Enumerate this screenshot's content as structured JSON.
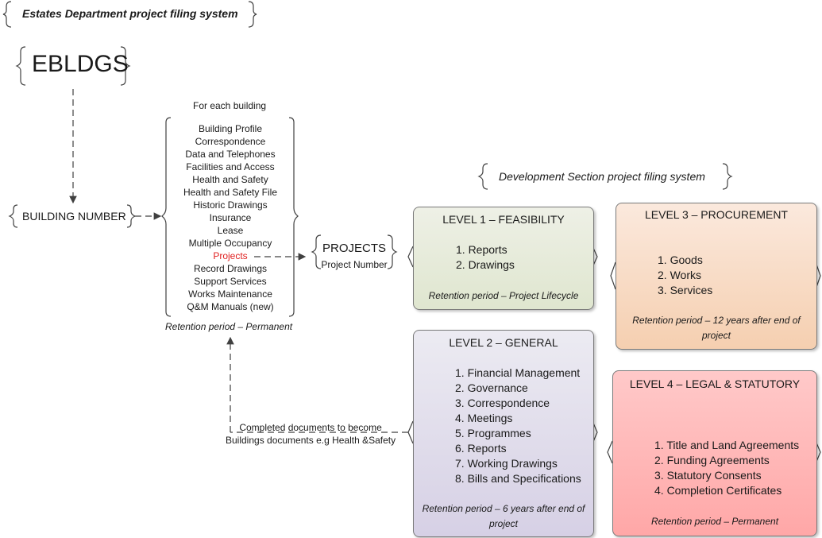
{
  "header": {
    "title": "Estates Department project filing system"
  },
  "root": {
    "label": "EBLDGS"
  },
  "building": {
    "label": "BUILDING NUMBER"
  },
  "building_folders": {
    "heading": "For each building",
    "items": [
      "Building Profile",
      "Correspondence",
      "Data and Telephones",
      "Facilities and Access",
      "Health and Safety",
      "Health and Safety File",
      "Historic Drawings",
      "Insurance",
      "Lease",
      "Multiple Occupancy",
      "Projects",
      "Record Drawings",
      "Support Services",
      "Works Maintenance",
      "Q&M Manuals (new)"
    ],
    "highlighted_item": "Projects",
    "highlight_color": "#e02020",
    "retention": "Retention period – Permanent"
  },
  "projects": {
    "title": "PROJECTS",
    "subtitle": "Project Number"
  },
  "development": {
    "title": "Development Section project filing system"
  },
  "levels": [
    {
      "title": "LEVEL 1 – FEASIBILITY",
      "items": [
        "1. Reports",
        "2. Drawings"
      ],
      "retention": "Retention period – Project Lifecycle",
      "color": "#e6ebdb"
    },
    {
      "title": "LEVEL 2 –  GENERAL",
      "items": [
        "1. Financial Management",
        "2. Governance",
        "3. Correspondence",
        "4. Meetings",
        "5. Programmes",
        "6. Reports",
        "7. Working Drawings",
        "8. Bills and Specifications"
      ],
      "retention": "Retention period – 6 years after end of project",
      "color": "#ddd8ea"
    },
    {
      "title": "LEVEL 3 – PROCUREMENT",
      "items": [
        "1. Goods",
        "2. Works",
        "3. Services"
      ],
      "retention": "Retention period – 12 years after end of project",
      "color": "#f8dcc6"
    },
    {
      "title": "LEVEL 4 – LEGAL & STATUTORY",
      "items": [
        "1. Title and Land Agreements",
        "2. Funding Agreements",
        "3. Statutory Consents",
        "4. Completion Certificates"
      ],
      "retention": "Retention period – Permanent",
      "color": "#ffb8b8"
    }
  ],
  "note": {
    "line1": "Completed documents to become",
    "line2": "Buildings documents e.g Health &Safety"
  }
}
